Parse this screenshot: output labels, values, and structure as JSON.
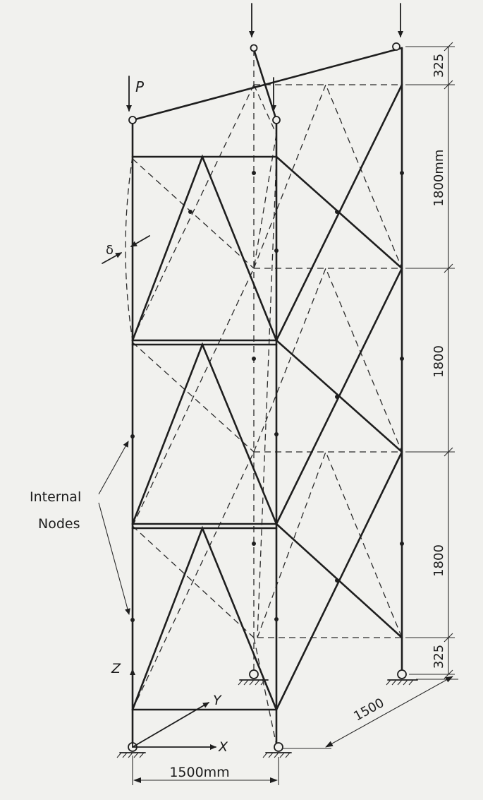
{
  "figure": {
    "load_label": "P",
    "imperfection_label": "δ",
    "internal_nodes_label_line1": "Internal",
    "internal_nodes_label_line2": "Nodes",
    "axis_labels": {
      "x": "X",
      "y": "Y",
      "z": "Z"
    },
    "dimensions": {
      "top_offset": "325",
      "bay_top": "1800mm",
      "bay_middle": "1800",
      "bay_bottom": "1800",
      "bottom_offset": "325",
      "depth": "1500",
      "width": "1500mm"
    }
  },
  "colors": {
    "ink": "#1e1e1e",
    "paper": "#f1f1ee"
  }
}
